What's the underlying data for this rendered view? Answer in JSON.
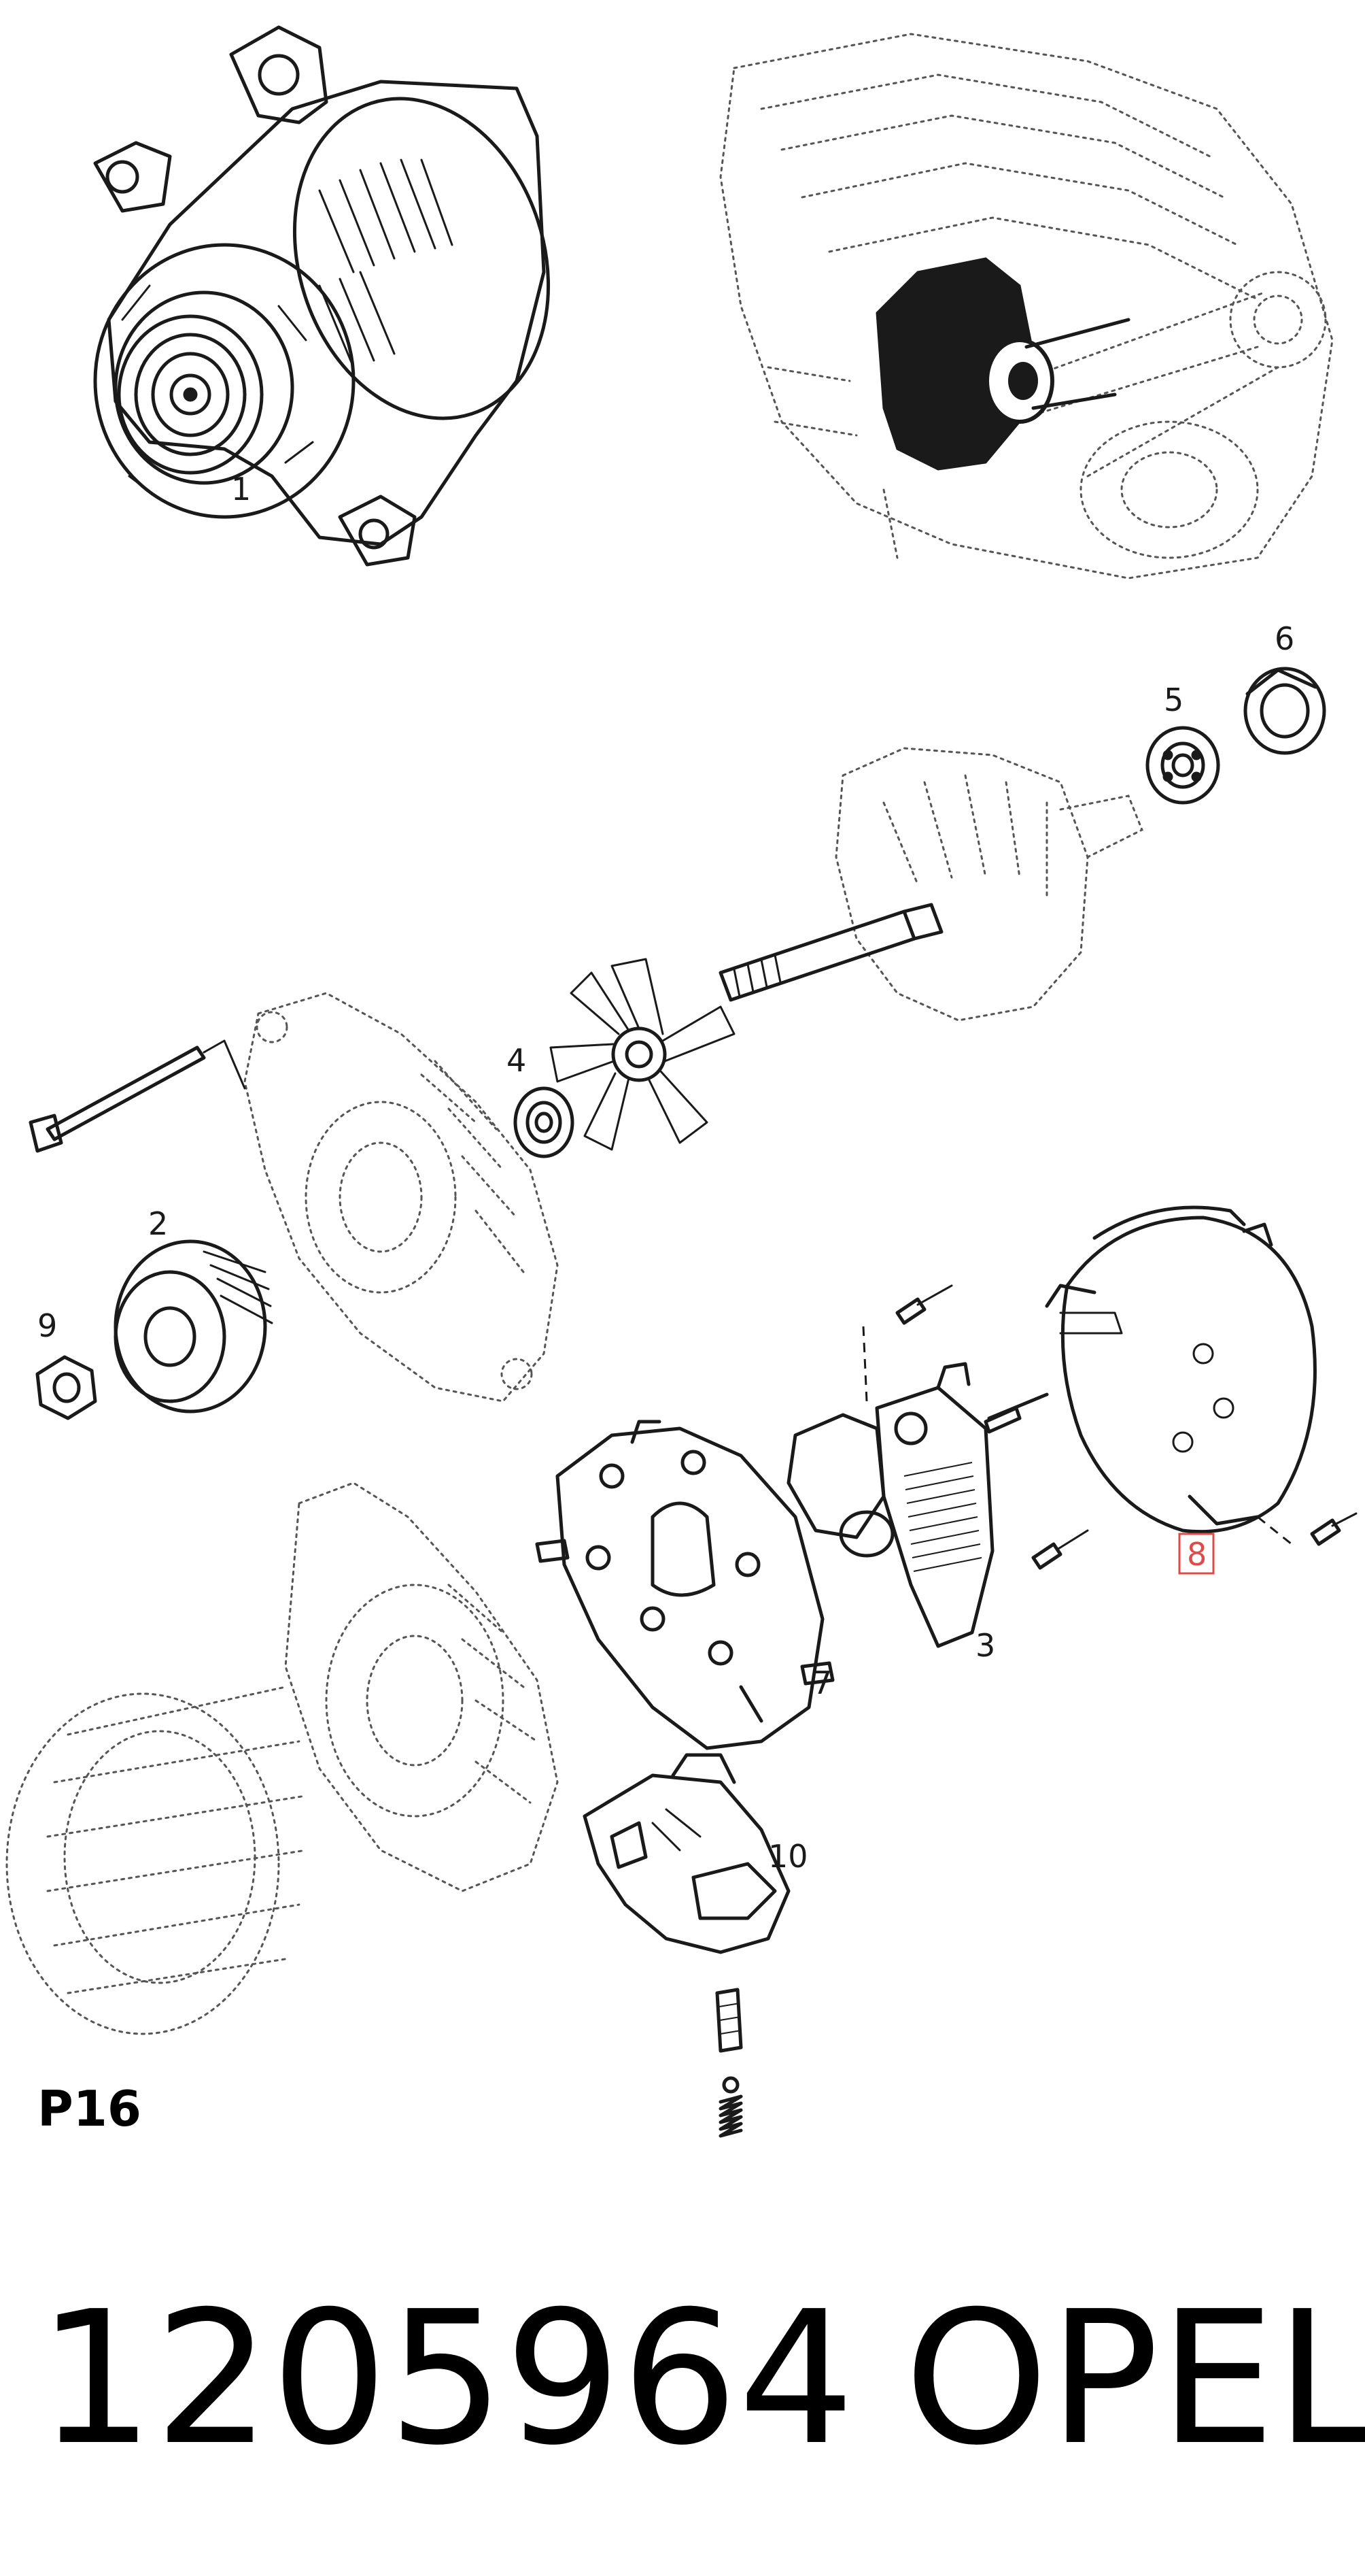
{
  "diagram": {
    "callouts": [
      "1",
      "2",
      "3",
      "4",
      "5",
      "6",
      "7",
      "8",
      "9",
      "10"
    ],
    "highlighted_callout": "8",
    "highlight_color": "#e04a4a",
    "sheet_code": "P16",
    "part_number": "1205964",
    "brand": "OPEL"
  }
}
